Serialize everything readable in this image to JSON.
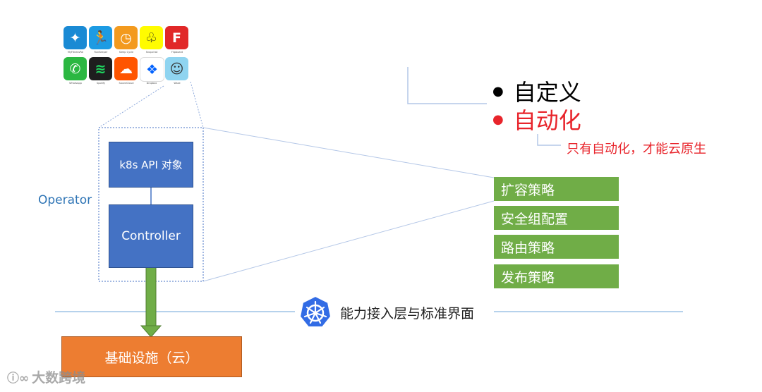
{
  "apps": [
    {
      "name": "MyFitnessPal",
      "color": "#1a8ad4",
      "icon": "runner-figure-icon"
    },
    {
      "name": "RunKeeper",
      "color": "#1d9be3",
      "icon": "running-man-icon"
    },
    {
      "name": "Sleep Cycle",
      "color": "#f39a1e",
      "icon": "alarm-clock-icon"
    },
    {
      "name": "Snapchat",
      "color": "#fffc00",
      "icon": "ghost-icon"
    },
    {
      "name": "Flipboard",
      "color": "#e12828",
      "icon": "flipboard-f-icon"
    },
    {
      "name": "WhatsApp",
      "color": "#2bb741",
      "icon": "phone-bubble-icon"
    },
    {
      "name": "Spotify",
      "color": "#1e1e1e",
      "icon": "sound-waves-icon"
    },
    {
      "name": "SoundCloud",
      "color": "#ff5500",
      "icon": "cloud-icon"
    },
    {
      "name": "Dropbox",
      "color": "#ffffff",
      "icon": "open-box-icon"
    },
    {
      "name": "Waze",
      "color": "#8fd4f0",
      "icon": "waze-face-icon"
    }
  ],
  "operator_label": "Operator",
  "k8s_api_object": "k8s API 对象",
  "controller": "Controller",
  "bullets": [
    {
      "text": "自定义",
      "color": "#000000"
    },
    {
      "text": "自动化",
      "color": "#e8242b"
    }
  ],
  "note": "只有自动化，才能云原生",
  "policies": [
    "扩容策略",
    "安全组配置",
    "路由策略",
    "发布策略"
  ],
  "k8s_layer_label": "能力接入层与标准界面",
  "infra_label": "基础设施（云）",
  "watermark": "大数跨境",
  "colors": {
    "blue_box": "#4472c4",
    "green_item": "#70ad47",
    "orange_box": "#ed7d31",
    "arrow_green": "#70ad47",
    "accent_red": "#e8242b",
    "operator_blue": "#2e74b5",
    "k8s_blue": "#326ce5",
    "guide_line": "#b4c7e7"
  }
}
